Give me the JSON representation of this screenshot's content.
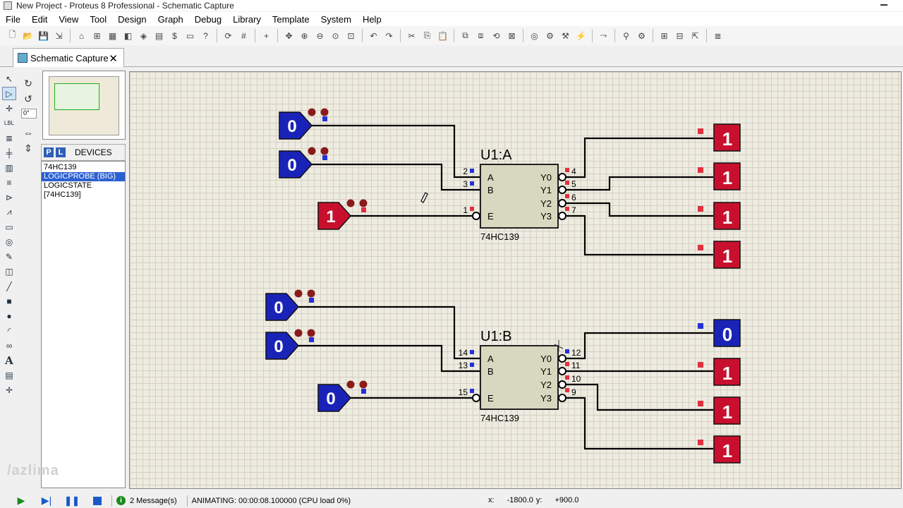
{
  "window": {
    "title": "New Project - Proteus 8 Professional - Schematic Capture"
  },
  "menu": [
    "File",
    "Edit",
    "View",
    "Tool",
    "Design",
    "Graph",
    "Debug",
    "Library",
    "Template",
    "System",
    "Help"
  ],
  "tab": {
    "label": "Schematic Capture"
  },
  "rotation": {
    "angle": "0°"
  },
  "devices": {
    "title": "DEVICES",
    "p_label": "P",
    "l_label": "L",
    "items": [
      "74HC139",
      "LOGICPROBE (BIG)",
      "LOGICSTATE",
      "[74HC139]"
    ],
    "selected": "LOGICPROBE (BIG)"
  },
  "watermark": "/azlima",
  "schematic": {
    "colors": {
      "high": "#c8102e",
      "low": "#1a23b8",
      "chip": "#d8d8c0",
      "wire": "#000000"
    },
    "u1a": {
      "ref": "U1:A",
      "part": "74HC139",
      "inputs": [
        {
          "pin": "2",
          "name": "A"
        },
        {
          "pin": "3",
          "name": "B"
        },
        {
          "pin": "1",
          "name": "E"
        }
      ],
      "outputs": [
        {
          "pin": "4",
          "name": "Y0"
        },
        {
          "pin": "5",
          "name": "Y1"
        },
        {
          "pin": "6",
          "name": "Y2"
        },
        {
          "pin": "7",
          "name": "Y3"
        }
      ],
      "states": [
        "0",
        "0",
        "1"
      ],
      "probes": [
        "1",
        "1",
        "1",
        "1"
      ]
    },
    "u1b": {
      "ref": "U1:B",
      "part": "74HC139",
      "inputs": [
        {
          "pin": "14",
          "name": "A"
        },
        {
          "pin": "13",
          "name": "B"
        },
        {
          "pin": "15",
          "name": "E"
        }
      ],
      "outputs": [
        {
          "pin": "12",
          "name": "Y0"
        },
        {
          "pin": "11",
          "name": "Y1"
        },
        {
          "pin": "10",
          "name": "Y2"
        },
        {
          "pin": "9",
          "name": "Y3"
        }
      ],
      "states": [
        "0",
        "0",
        "0"
      ],
      "probes": [
        "0",
        "1",
        "1",
        "1"
      ]
    }
  },
  "status": {
    "messages": "2 Message(s)",
    "animating": "ANIMATING: 00:00:08.100000 (CPU load 0%)",
    "x_label": "x:",
    "x_value": "-1800.0",
    "y_label": "y:",
    "y_value": "+900.0"
  }
}
